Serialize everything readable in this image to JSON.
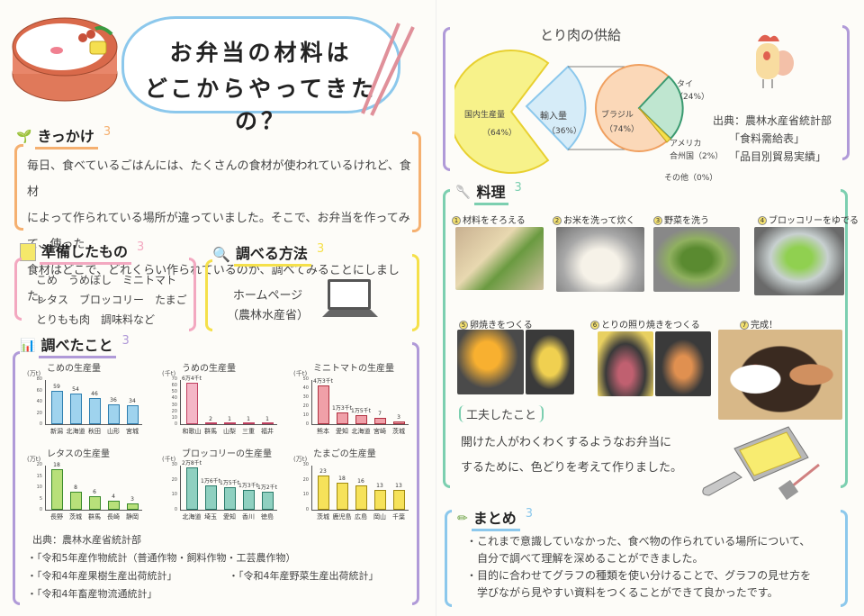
{
  "title": {
    "line1": "お弁当の材料は",
    "line2": "どこからやってきたの？"
  },
  "kikkake": {
    "heading": "きっかけ",
    "lines": [
      "毎日、食べているごはんには、たくさんの食材が使われているけれど、食材",
      "によって作られている場所が違っていました。そこで、お弁当を作ってみて、使った",
      "食材はどこで、どれくらい作られているのか、調べてみることにしました。"
    ]
  },
  "junbi": {
    "heading": "準備したもの",
    "lines": [
      "こめ　うめぼし　ミニトマト",
      "レタス　ブロッコリー　たまご",
      "とりもも肉　調味料など"
    ]
  },
  "houhou": {
    "heading": "調べる方法",
    "lines": [
      "ホームページ",
      "（農林水産省）"
    ]
  },
  "shirabeta": {
    "heading": "調べたこと"
  },
  "chart_data": [
    {
      "type": "bar",
      "title": "こめの生産量",
      "unit": "(万t)",
      "categories": [
        "新潟",
        "北海道",
        "秋田",
        "山形",
        "宮城"
      ],
      "values": [
        59,
        54,
        46,
        36,
        34
      ],
      "value_labels": [
        "59",
        "54",
        "46",
        "36",
        "34"
      ],
      "yticks": [
        "0",
        "20",
        "40",
        "60",
        "80"
      ],
      "ylim": [
        0,
        80
      ],
      "color": "#9fd3ee",
      "edge": "#2f7fb0"
    },
    {
      "type": "bar",
      "title": "うめの生産量",
      "unit": "(千t)",
      "categories": [
        "和歌山",
        "群馬",
        "山梨",
        "三重",
        "福井"
      ],
      "values": [
        64,
        2,
        1,
        1,
        1
      ],
      "value_labels": [
        "6万4千t",
        "2",
        "1",
        "1",
        "1"
      ],
      "yticks": [
        "0",
        "10",
        "20",
        "30",
        "40",
        "50",
        "60",
        "70"
      ],
      "ylim": [
        0,
        70
      ],
      "color": "#f4b6c6",
      "edge": "#c04060"
    },
    {
      "type": "bar",
      "title": "ミニトマトの生産量",
      "unit": "(千t)",
      "categories": [
        "熊本",
        "愛知",
        "北海道",
        "宮崎",
        "茨城"
      ],
      "values": [
        43.5,
        13.5,
        10.5,
        7,
        3
      ],
      "value_labels": [
        "4万3千t",
        "1万3千t",
        "1万5千t",
        "7",
        "3"
      ],
      "yticks": [
        "0",
        "10",
        "20",
        "30",
        "40",
        "50"
      ],
      "ylim": [
        0,
        50
      ],
      "color": "#f0a0a8",
      "edge": "#b03040"
    },
    {
      "type": "bar",
      "title": "レタスの生産量",
      "unit": "(万t)",
      "categories": [
        "長野",
        "茨城",
        "群馬",
        "長崎",
        "静岡"
      ],
      "values": [
        18,
        8,
        6,
        4,
        3
      ],
      "value_labels": [
        "18",
        "8",
        "6",
        "4",
        "3"
      ],
      "yticks": [
        "0",
        "5",
        "10",
        "15",
        "20"
      ],
      "ylim": [
        0,
        20
      ],
      "color": "#b8e07a",
      "edge": "#3a8a2a"
    },
    {
      "type": "bar",
      "title": "ブロッコリーの生産量",
      "unit": "(千t)",
      "categories": [
        "北海道",
        "埼玉",
        "愛知",
        "香川",
        "徳島"
      ],
      "values": [
        28,
        16,
        15,
        13,
        12
      ],
      "value_labels": [
        "2万8千t",
        "1万6千t",
        "1万5千t",
        "1万3千t",
        "1万2千t"
      ],
      "yticks": [
        "0",
        "10",
        "20",
        "30"
      ],
      "ylim": [
        0,
        30
      ],
      "color": "#8fd0c0",
      "edge": "#2a7a6a"
    },
    {
      "type": "bar",
      "title": "たまごの生産量",
      "unit": "(万t)",
      "categories": [
        "茨城",
        "鹿児島",
        "広島",
        "岡山",
        "千葉"
      ],
      "values": [
        23,
        18,
        16,
        13,
        13
      ],
      "value_labels": [
        "23",
        "18",
        "16",
        "13",
        "13"
      ],
      "yticks": [
        "0",
        "10",
        "20",
        "30"
      ],
      "ylim": [
        0,
        30
      ],
      "color": "#f6e25a",
      "edge": "#a08a10"
    },
    {
      "type": "pie",
      "title": "とり肉の供給",
      "slices": [
        {
          "label": "国内生産量",
          "value": 64,
          "value_label": "（64%）"
        },
        {
          "label": "輸入量",
          "value": 36,
          "value_label": "（36%）"
        }
      ],
      "breakdown_of": "輸入量",
      "sub_slices": [
        {
          "label": "ブラジル",
          "value": 74,
          "value_label": "（74%）"
        },
        {
          "label": "タイ",
          "value": 24,
          "value_label": "（24%）"
        },
        {
          "label": "アメリカ合州国",
          "value": 2,
          "value_label": "（2%）"
        },
        {
          "label": "その他",
          "value": 0,
          "value_label": "（0%）"
        }
      ]
    }
  ],
  "sources_left": {
    "heading": "出典：農林水産省統計部",
    "items": [
      "・「令和5年産作物統計（普通作物・飼料作物・工芸農作物）",
      "・「令和4年産果樹生産出荷統計」",
      "・「令和4年産野菜生産出荷統計」",
      "・「令和4年畜産物流通統計」"
    ]
  },
  "pie_labels": {
    "title": "とり肉の供給",
    "domestic": "国内生産量",
    "domestic_pct": "（64%）",
    "import": "輸入量",
    "import_pct": "（36%）",
    "brazil": "ブラジル",
    "brazil_pct": "（74%）",
    "thai": "タイ",
    "thai_pct": "（24%）",
    "usa": "アメリカ",
    "usa2": "合州国（2%）",
    "other": "その他（0%）"
  },
  "sources_right": {
    "heading": "出典：農林水産省統計部",
    "items": [
      "「食料需給表」",
      "「品目別貿易実績」"
    ]
  },
  "ryouri": {
    "heading": "料理",
    "steps": [
      {
        "num": "1",
        "label": "材料をそろえる"
      },
      {
        "num": "2",
        "label": "お米を洗って炊く"
      },
      {
        "num": "3",
        "label": "野菜を洗う"
      },
      {
        "num": "4",
        "label": "ブロッコリーをゆでる"
      },
      {
        "num": "5",
        "label": "卵焼きをつくる"
      },
      {
        "num": "6",
        "label": "とりの照り焼きをつくる"
      },
      {
        "num": "7",
        "label": "完成！"
      }
    ]
  },
  "kufuu": {
    "heading": "工夫したこと",
    "lines": [
      "開けた人がわくわくするようなお弁当に",
      "するために、色どりを考えて作りました。"
    ]
  },
  "matome": {
    "heading": "まとめ",
    "lines": [
      "・これまで意識していなかった、食べ物の作られている場所について、",
      "　自分で調べて理解を深めることができました。",
      "・目的に合わせてグラフの種類を使い分けることで、グラフの見せ方を",
      "　学びながら見やすい資料をつくることができて良かったです。"
    ]
  },
  "colors": {
    "orange": "#f5b070",
    "pink": "#f3a8c0",
    "yellow": "#f5e04a",
    "purple": "#b09ad8",
    "green": "#7ccfb0",
    "blue": "#8cc8ec"
  }
}
